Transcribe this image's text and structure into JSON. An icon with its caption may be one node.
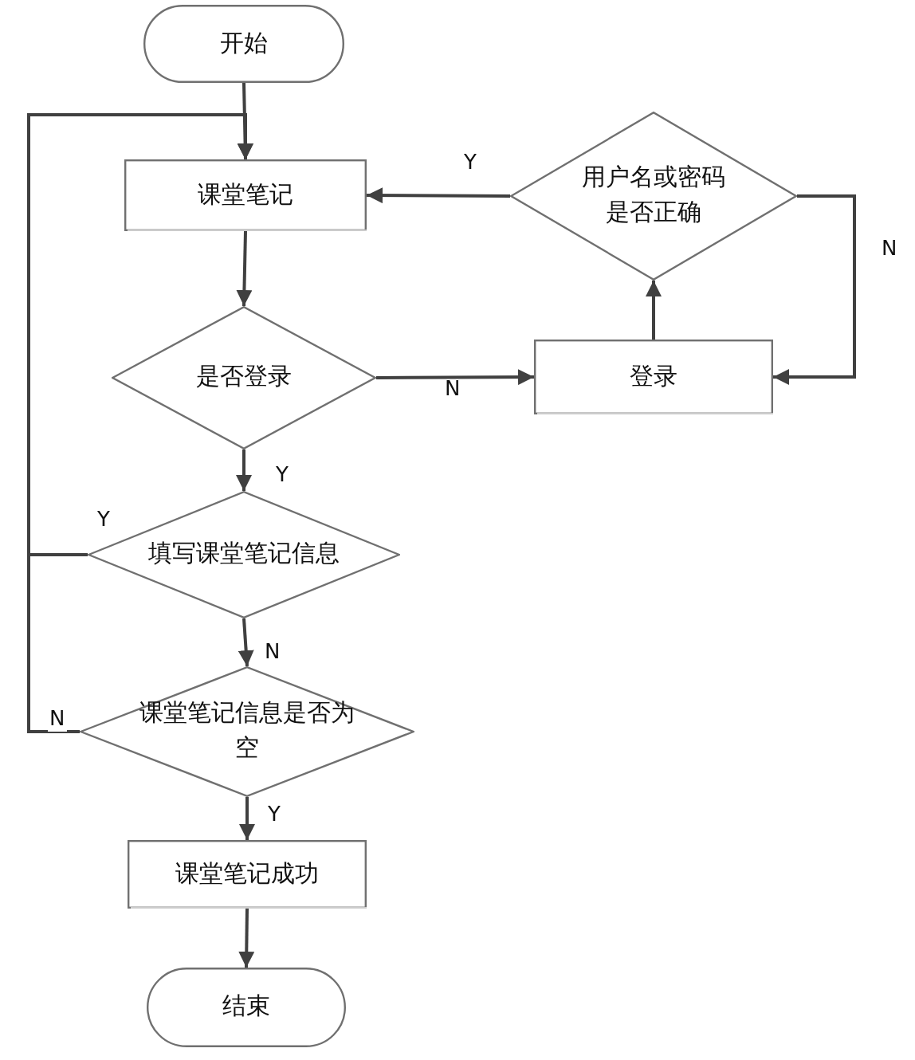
{
  "diagram": {
    "nodes": [
      {
        "text": [
          "开始"
        ]
      },
      {
        "text": [
          "课堂笔记"
        ]
      },
      {
        "text": [
          "用户名或密码是否正确"
        ]
      },
      {
        "text": [
          "是否登录"
        ]
      },
      {
        "text": [
          "登录"
        ]
      },
      {
        "text": [
          "填写课堂笔记信息"
        ]
      },
      {
        "text": [
          "课堂笔记信息是否为空"
        ]
      },
      {
        "text": [
          "课堂笔记成功"
        ]
      },
      {
        "text": [
          "结束"
        ]
      }
    ],
    "edges": [
      {
        "from": 0,
        "to": 1,
        "arrow": "to"
      },
      {
        "from": 1,
        "to": 3,
        "arrow": "to"
      },
      {
        "from": 3,
        "to": 4,
        "arrow": "to",
        "label": "N"
      },
      {
        "from": 3,
        "to": 5,
        "arrow": "to",
        "label": "Y"
      },
      {
        "from": 4,
        "to": 2,
        "arrow": "to"
      },
      {
        "from": 2,
        "to": 1,
        "arrow": "to",
        "label": "Y"
      },
      {
        "from": 2,
        "to": 4,
        "arrow": "to",
        "label": "N"
      },
      {
        "from": 5,
        "to": 1,
        "arrow": "to",
        "label": "Y"
      },
      {
        "from": 6,
        "to": 1,
        "arrow": "to",
        "label": "N"
      },
      {
        "from": 5,
        "to": 6,
        "arrow": "to",
        "label": "N"
      },
      {
        "from": 6,
        "to": 7,
        "arrow": "to",
        "label": "Y"
      },
      {
        "from": 7,
        "to": 8,
        "arrow": "to"
      }
    ]
  }
}
